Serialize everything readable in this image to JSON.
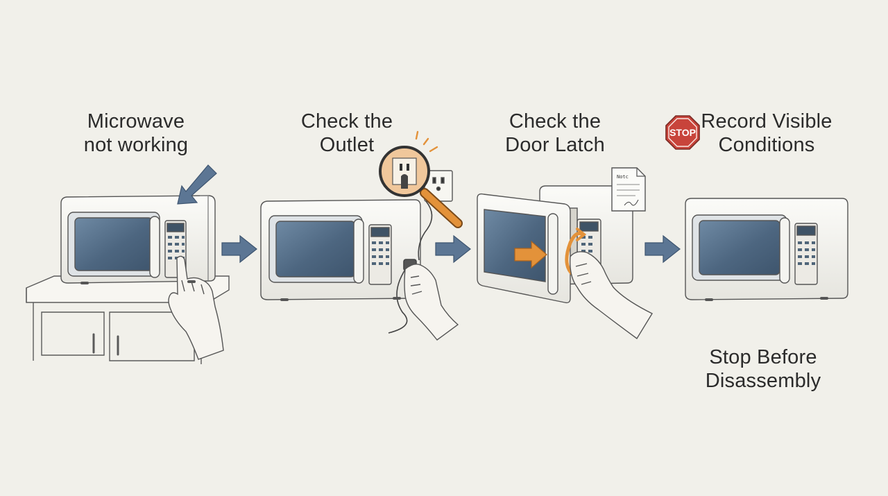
{
  "steps": [
    {
      "line1": "Microwave",
      "line2": "not working"
    },
    {
      "line1": "Check the",
      "line2": "Outlet"
    },
    {
      "line1": "Check the",
      "line2": "Door Latch"
    },
    {
      "line1": "Record Visible",
      "line2": "Conditions"
    }
  ],
  "stop_sign": {
    "text": "STOP",
    "icon": "stop-sign-icon"
  },
  "note_card": {
    "text": "Notc"
  },
  "final_caption": {
    "line1": "Stop Before",
    "line2": "Disassembly"
  },
  "colors": {
    "background": "#f1f0ea",
    "line": "#555555",
    "window": "#4d6680",
    "flow_arrow": "#5c7694",
    "orange": "#e3923a",
    "stop_red": "#c8443b"
  },
  "icons": [
    "pointing-arrow-icon",
    "flow-arrow-icon",
    "magnifying-glass-icon",
    "outlet-icon",
    "plug-icon",
    "hand-icon",
    "note-icon",
    "stop-sign-icon",
    "orange-arrow-icon"
  ]
}
